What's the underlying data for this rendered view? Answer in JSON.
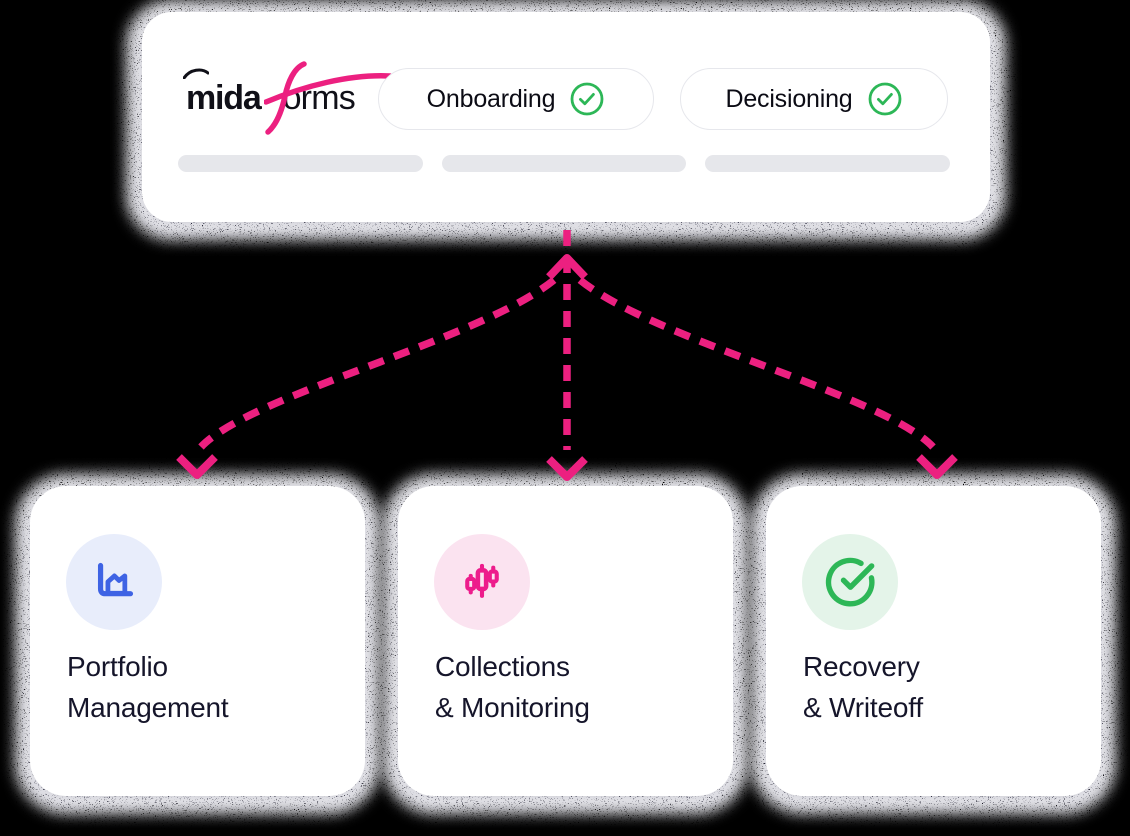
{
  "colors": {
    "page_background": "#000000",
    "card_background": "#FFFFFF",
    "brand_pink": "#EC2080",
    "success_green": "#2DB757",
    "module_blue": "#3E63E4",
    "skeleton_gray": "#E6E7EB",
    "pill_border": "#E6E7EC",
    "title_text": "#15152A",
    "shadow_navy": "#141429"
  },
  "logo": {
    "prefix": "mida",
    "accent_letter": "f",
    "suffix": "orms",
    "accent_color": "#EC2080"
  },
  "top_card": {
    "pills": [
      {
        "label": "Onboarding",
        "status_icon": "check-circle-icon",
        "status_color": "#2DB757"
      },
      {
        "label": "Decisioning",
        "status_icon": "check-circle-icon",
        "status_color": "#2DB757"
      }
    ],
    "skeleton_bar_count": 3
  },
  "flow": {
    "arrow_color": "#EC2080",
    "arrow_style": "dashed",
    "up_arrow_count": 1,
    "down_arrow_count": 3
  },
  "cards": [
    {
      "title_line1": "Portfolio",
      "title_line2": "Management",
      "icon": "area-chart-icon",
      "icon_color": "#3E63E4",
      "icon_bg": "#E8EDFB"
    },
    {
      "title_line1": "Collections",
      "title_line2": "& Monitoring",
      "icon": "candlestick-chart-icon",
      "icon_color": "#ED1C8C",
      "icon_bg": "#FBE3F0"
    },
    {
      "title_line1": "Recovery",
      "title_line2": "& Writeoff",
      "icon": "check-circle-icon",
      "icon_color": "#2DB757",
      "icon_bg": "#E4F4E9"
    }
  ]
}
